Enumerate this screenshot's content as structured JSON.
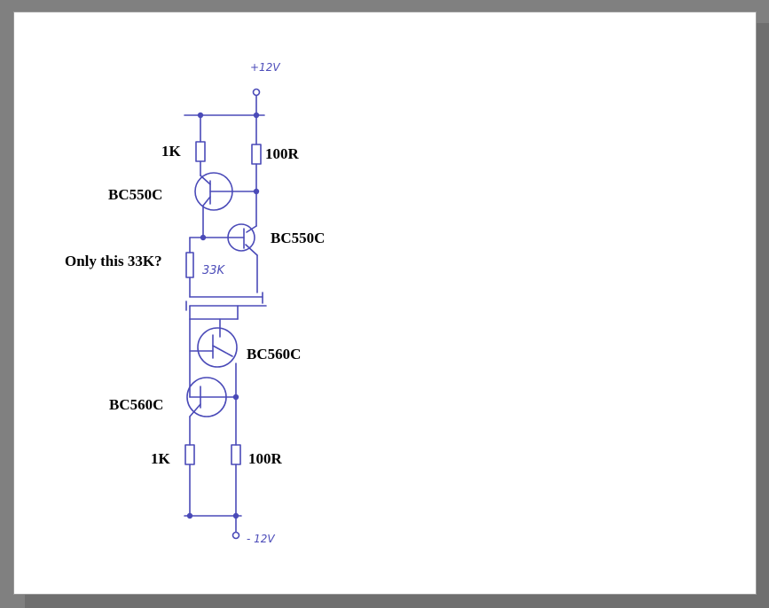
{
  "supply": {
    "positive": "+12V",
    "negative": "- 12V"
  },
  "handwritten_resistor": "33K",
  "labels": {
    "r1_top": "1K",
    "r2_top": "100R",
    "q1": "BC550C",
    "q2": "BC550C",
    "question": "Only this 33K?",
    "q3": "BC560C",
    "q4": "BC560C",
    "r1_bottom": "1K",
    "r2_bottom": "100R"
  },
  "colors": {
    "ink": "#4a4ab8",
    "background": "#808080",
    "paper": "#ffffff",
    "label": "#000000"
  }
}
